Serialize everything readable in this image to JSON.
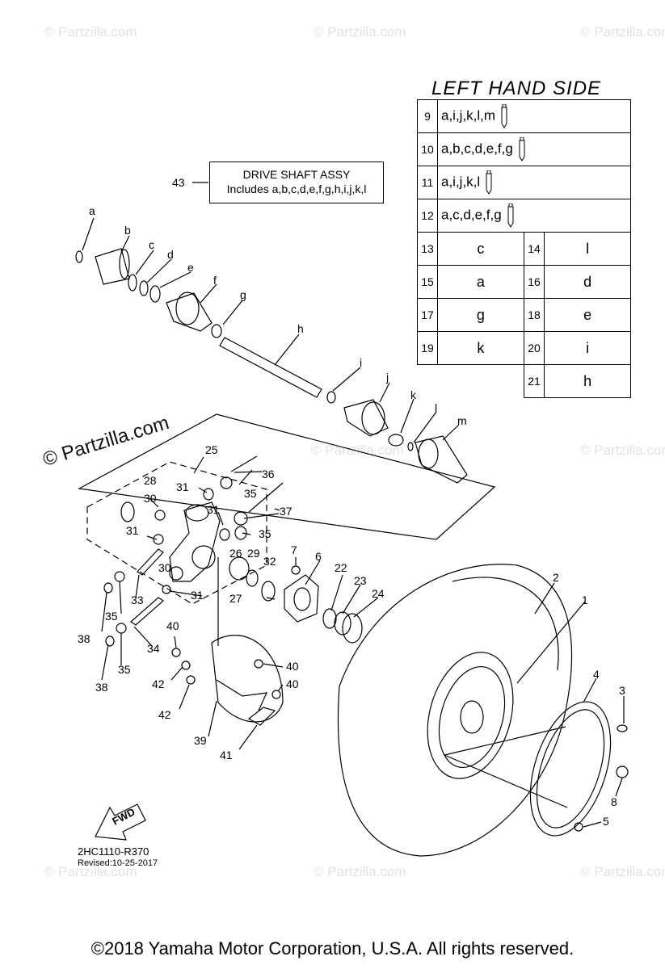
{
  "watermark": "© Partzilla.com",
  "watermark_main": "© Partzilla.com",
  "lhs": {
    "title": "LEFT HAND SIDE",
    "full_rows": [
      {
        "num": "9",
        "parts": "a,i,j,k,l,m"
      },
      {
        "num": "10",
        "parts": "a,b,c,d,e,f,g"
      },
      {
        "num": "11",
        "parts": "a,i,j,k,l"
      },
      {
        "num": "12",
        "parts": "a,c,d,e,f,g"
      }
    ],
    "pair_rows": [
      {
        "n1": "13",
        "v1": "c",
        "n2": "14",
        "v2": "l"
      },
      {
        "n1": "15",
        "v1": "a",
        "n2": "16",
        "v2": "d"
      },
      {
        "n1": "17",
        "v1": "g",
        "n2": "18",
        "v2": "e"
      },
      {
        "n1": "19",
        "v1": "k",
        "n2": "20",
        "v2": "i"
      }
    ],
    "last_row": {
      "n": "21",
      "v": "h"
    }
  },
  "drive_shaft": {
    "ref": "43",
    "line1": "DRIVE SHAFT ASSY",
    "line2": "Includes a,b,c,d,e,f,g,h,i,j,k,l"
  },
  "shaft_labels": [
    "a",
    "b",
    "c",
    "d",
    "e",
    "f",
    "g",
    "h",
    "i",
    "j",
    "k",
    "l",
    "m"
  ],
  "part_labels": [
    "1",
    "2",
    "3",
    "4",
    "5",
    "6",
    "7",
    "8",
    "22",
    "23",
    "24",
    "25",
    "26",
    "27",
    "28",
    "29",
    "30",
    "30",
    "31",
    "31",
    "31",
    "31",
    "32",
    "33",
    "34",
    "35",
    "35",
    "35",
    "35",
    "36",
    "37",
    "38",
    "38",
    "39",
    "40",
    "40",
    "40",
    "41",
    "42",
    "42"
  ],
  "fwd_label": "FWD",
  "diagram_code": "2HC1110-R370",
  "revised": "Revised:10-25-2017",
  "footer": "©2018 Yamaha Motor Corporation, U.S.A. All rights reserved."
}
